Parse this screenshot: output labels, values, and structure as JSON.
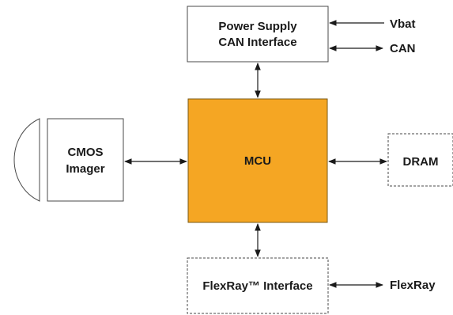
{
  "blocks": {
    "power_supply": {
      "line1": "Power Supply",
      "line2": "CAN Interface"
    },
    "mcu": {
      "label": "MCU"
    },
    "cmos_imager": {
      "line1": "CMOS",
      "line2": "Imager"
    },
    "dram": {
      "label": "DRAM"
    },
    "flexray_interface": {
      "label": "FlexRay™ Interface"
    }
  },
  "signals": {
    "vbat": "Vbat",
    "can": "CAN",
    "flexray": "FlexRay"
  },
  "colors": {
    "mcu_fill": "#f5a623",
    "mcu_stroke": "#7a5a14",
    "lens_stroke": "#4a4a4a"
  }
}
